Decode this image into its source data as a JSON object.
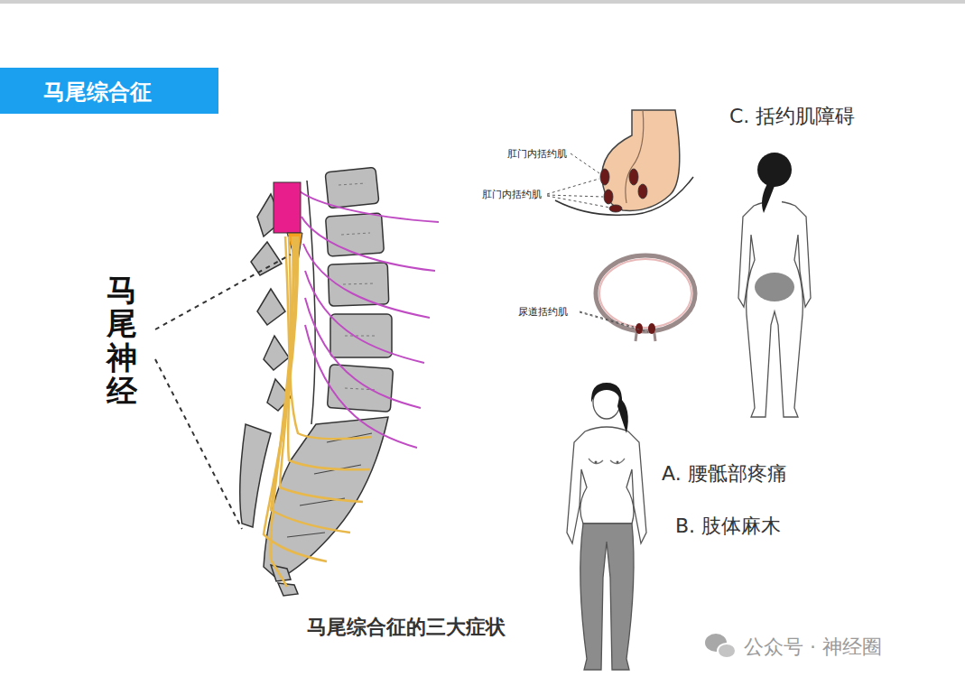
{
  "diagram": {
    "title": "马尾综合征",
    "caption": "马尾综合征的三大症状",
    "labels": [
      "马尾神经",
      "肛门内括约肌",
      "肛门内括约肌",
      "尿道括约肌",
      "C. 括约肌障碍",
      "A. 腰骶部疼痛",
      "B. 肢体麻木",
      "公众号 · 神经圈"
    ]
  }
}
